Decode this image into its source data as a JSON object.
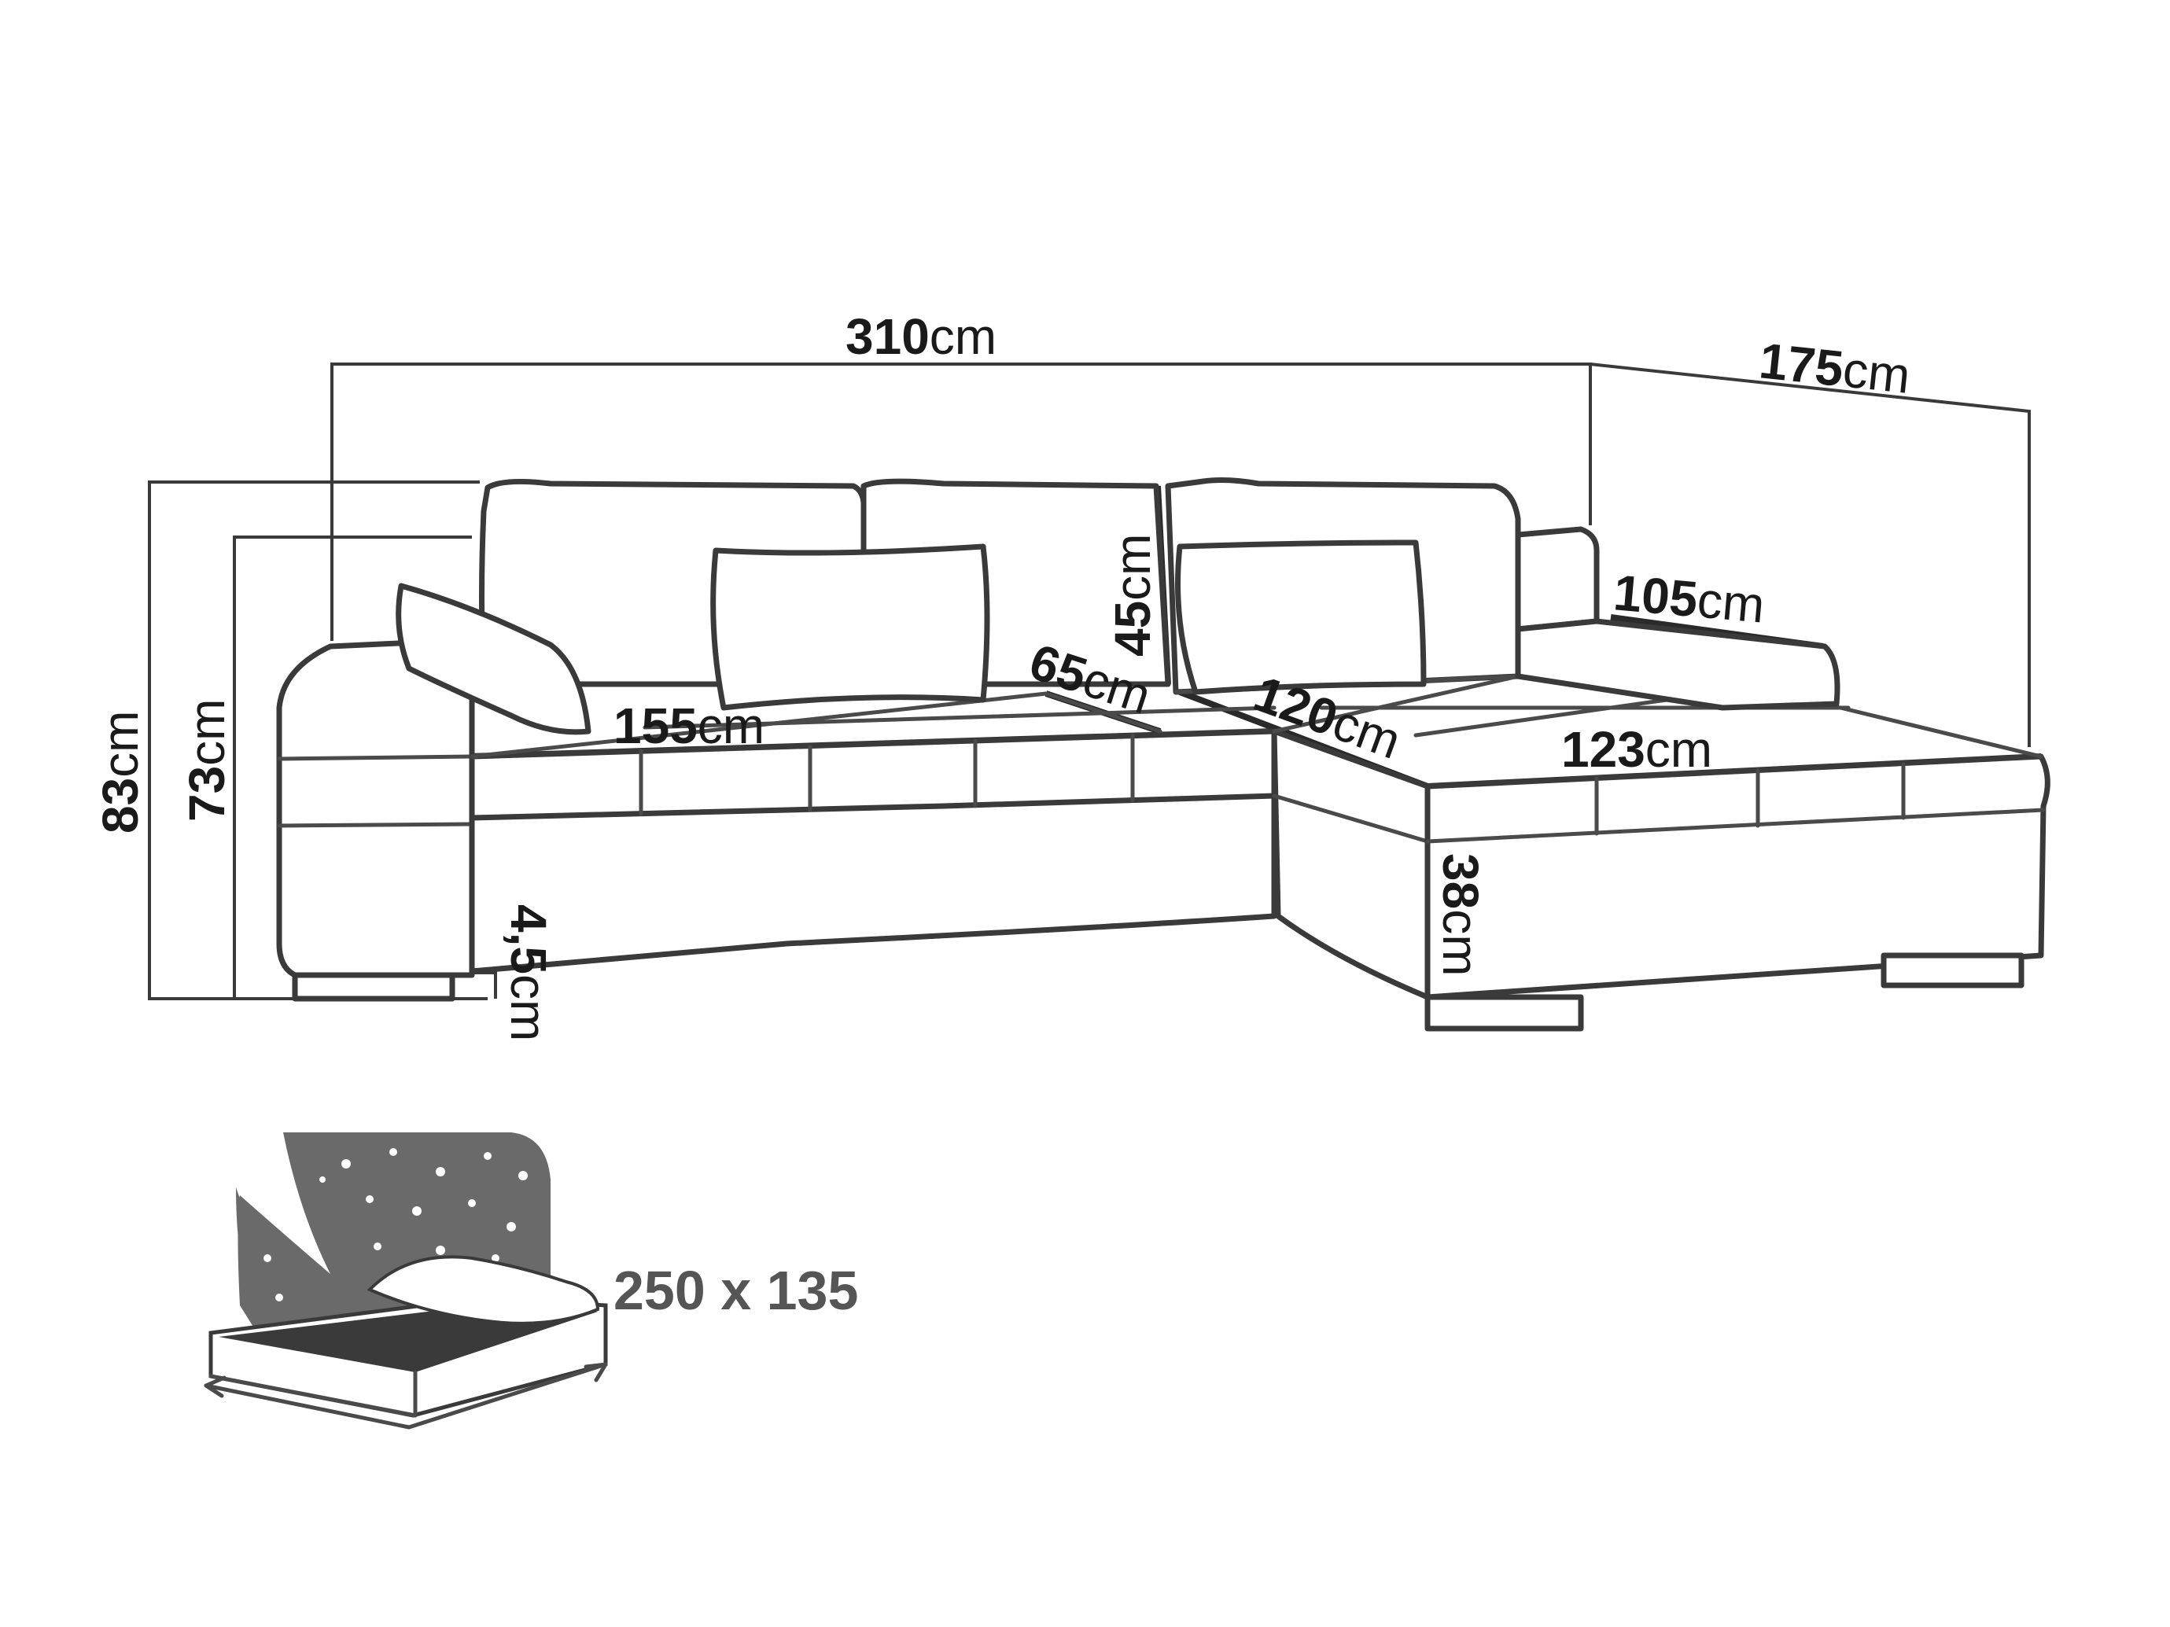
{
  "dimensions": {
    "total_length": {
      "value": "310",
      "unit": "cm"
    },
    "chaise_depth": {
      "value": "175",
      "unit": "cm"
    },
    "armrest_width": {
      "value": "105",
      "unit": "cm"
    },
    "back_height": {
      "value": "45",
      "unit": "cm"
    },
    "seat_width_left": {
      "value": "155",
      "unit": "cm"
    },
    "seat_depth": {
      "value": "65",
      "unit": "cm"
    },
    "chaise_width": {
      "value": "120",
      "unit": "cm"
    },
    "chaise_length": {
      "value": "123",
      "unit": "cm"
    },
    "total_height": {
      "value": "83",
      "unit": "cm"
    },
    "height_73": {
      "value": "73",
      "unit": "cm"
    },
    "seat_height": {
      "value": "38",
      "unit": "cm"
    },
    "leg_height": {
      "value": "4,5",
      "unit": "cm"
    }
  },
  "sleeping_area": {
    "label": "250 x 135"
  }
}
